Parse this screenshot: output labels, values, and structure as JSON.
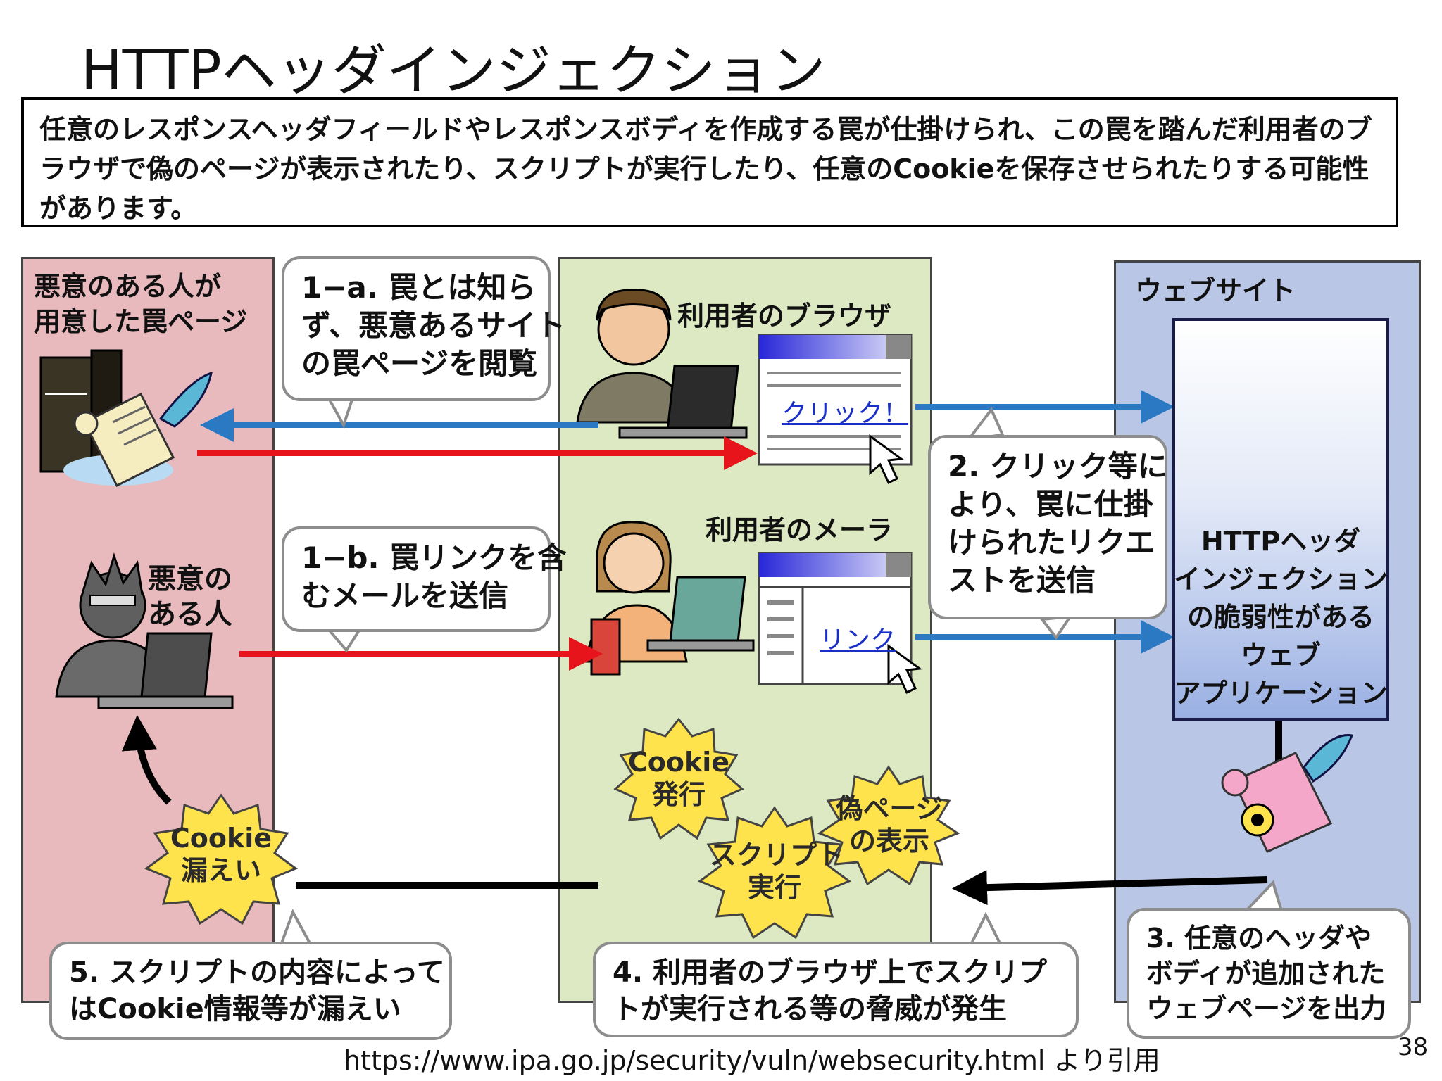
{
  "slide": {
    "title": "HTTPヘッダインジェクション",
    "summary": "任意のレスポンスヘッダフィールドやレスポンスボディを作成する罠が仕掛けられ、この罠を踏んだ利用者のブラウザで偽のページが表示されたり、スクリプトが実行したり、任意のCookieを保存させられたりする可能性があります。",
    "citation": "https://www.ipa.go.jp/security/vuln/websecurity.html より引用",
    "slide_number": "38"
  },
  "panels": {
    "attacker_page": "悪意のある人が\n用意した罠ページ",
    "attacker": "悪意の\nある人",
    "user_browser": "利用者のブラウザ",
    "user_mailer": "利用者のメーラ",
    "website": "ウェブサイト",
    "webapp": "HTTPヘッダ\nインジェクション\nの脆弱性がある\nウェブ\nアプリケーション"
  },
  "ui": {
    "click_link": "クリック！",
    "mail_link": "リンク"
  },
  "steps": {
    "s1a": "1−a. 罠とは知ら\nず、悪意あるサイト\nの罠ページを閲覧",
    "s1b": "1−b. 罠リンクを含\nむメールを送信",
    "s2": "2. クリック等に\nより、罠に仕掛\nけられたリクエ\nストを送信",
    "s3": "3. 任意のヘッダや\nボディが追加された\nウェブページを出力",
    "s4": "4. 利用者のブラウザ上でスクリプ\nトが実行される等の脅威が発生",
    "s5": "5. スクリプトの内容によって\nはCookie情報等が漏えい"
  },
  "bursts": {
    "cookie_issue": "Cookie\n発行",
    "fake_page": "偽ページ\nの表示",
    "script_exec": "スクリプト\n実行",
    "cookie_leak": "Cookie\n漏えい"
  },
  "colors": {
    "attacker_panel": "#e8b9bd",
    "user_panel": "#dde9c2",
    "site_panel": "#b9c6e6",
    "arrow_red": "#e8141c",
    "arrow_blue": "#2b79c2",
    "arrow_black": "#000000",
    "burst_fill": "#ffe34d"
  }
}
